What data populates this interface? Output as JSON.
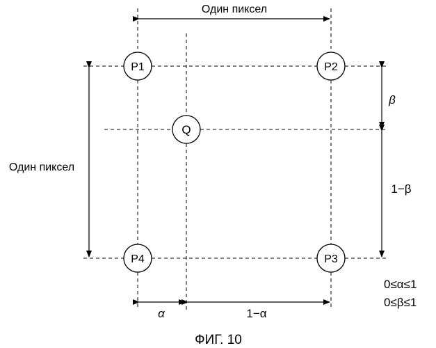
{
  "top_label": "Один пиксел",
  "left_label": "Один пиксел",
  "points": {
    "p1": "P1",
    "p2": "P2",
    "p3": "P3",
    "p4": "P4",
    "q": "Q"
  },
  "beta": "β",
  "one_minus_beta": "1−β",
  "alpha": "α",
  "one_minus_alpha": "1−α",
  "range_alpha": "0≤α≤1",
  "range_beta": "0≤β≤1",
  "caption": "ФИГ. 10"
}
